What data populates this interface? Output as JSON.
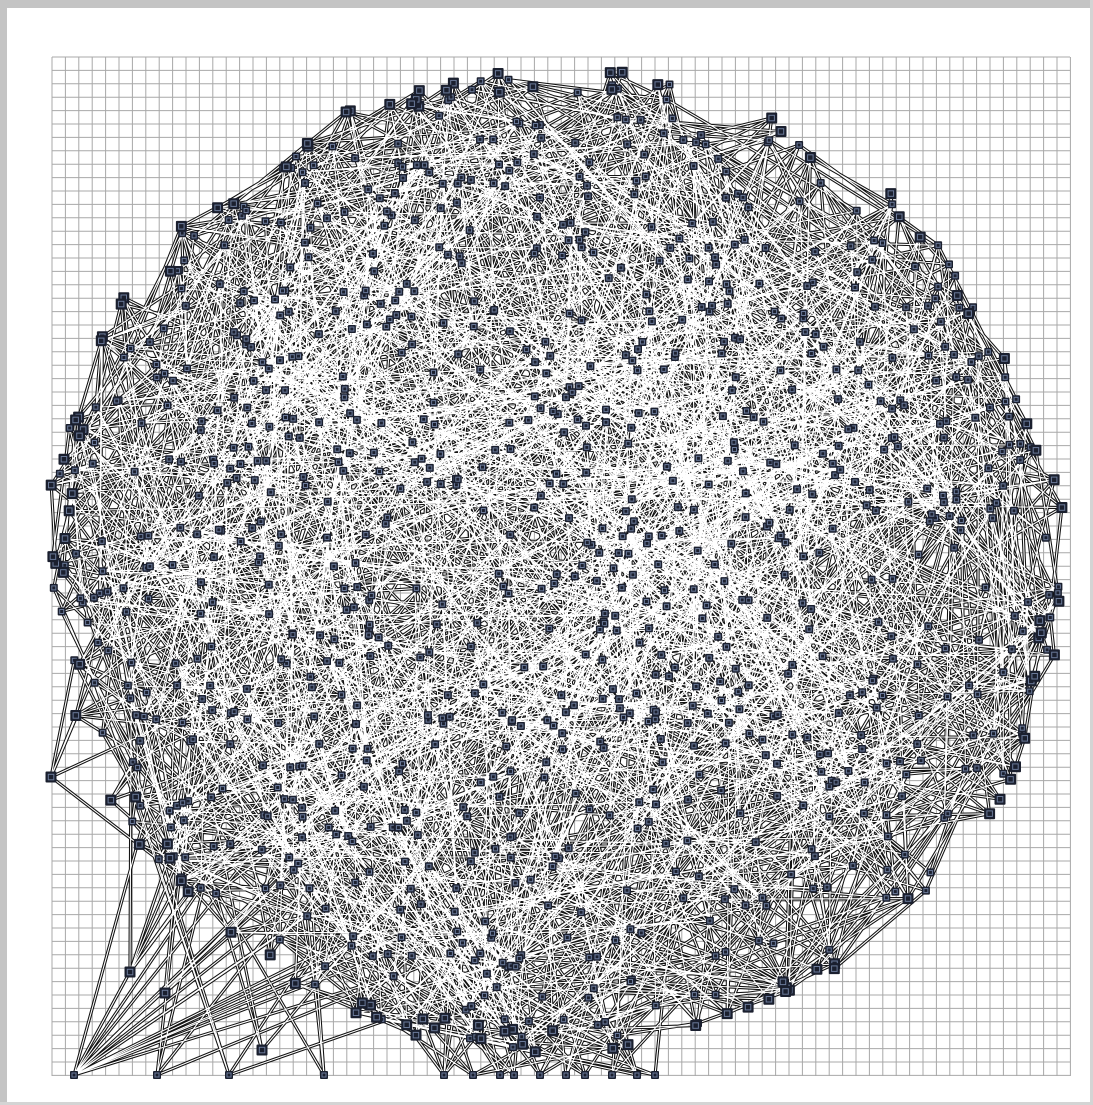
{
  "diagram": {
    "type": "graph-network",
    "grid": true,
    "colors": {
      "background": "#ffffff",
      "frame": "#c4c4c4",
      "grid_line": "#a8a8a8",
      "edge_dark": "#111111",
      "edge_light": "#ffffff",
      "node_fill": "#1a1f2e",
      "node_inner": "#6b7a99"
    },
    "node_shape": "square-marker",
    "edge_style": "black-outlined-white-stroke"
  }
}
